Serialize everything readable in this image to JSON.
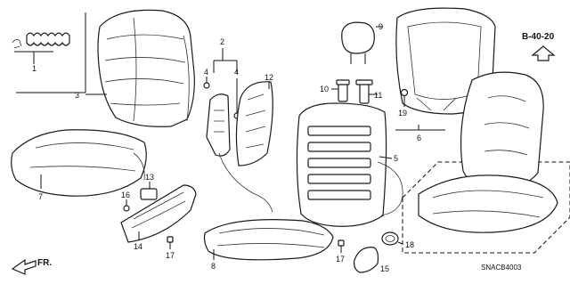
{
  "diagram": {
    "callouts": [
      {
        "id": "c1",
        "text": "1"
      },
      {
        "id": "c2",
        "text": "2"
      },
      {
        "id": "c3",
        "text": "3"
      },
      {
        "id": "c4a",
        "text": "4"
      },
      {
        "id": "c4b",
        "text": "4"
      },
      {
        "id": "c5",
        "text": "5"
      },
      {
        "id": "c6",
        "text": "6"
      },
      {
        "id": "c7",
        "text": "7"
      },
      {
        "id": "c8",
        "text": "8"
      },
      {
        "id": "c9",
        "text": "9"
      },
      {
        "id": "c10",
        "text": "10"
      },
      {
        "id": "c11",
        "text": "11"
      },
      {
        "id": "c12",
        "text": "12"
      },
      {
        "id": "c13",
        "text": "13"
      },
      {
        "id": "c14",
        "text": "14"
      },
      {
        "id": "c15",
        "text": "15"
      },
      {
        "id": "c16",
        "text": "16"
      },
      {
        "id": "c17a",
        "text": "17"
      },
      {
        "id": "c17b",
        "text": "17"
      },
      {
        "id": "c18",
        "text": "18"
      },
      {
        "id": "c19",
        "text": "19"
      }
    ],
    "reference": "B-40-20",
    "front_marker": "FR.",
    "diagram_code": "SNACB4003"
  }
}
